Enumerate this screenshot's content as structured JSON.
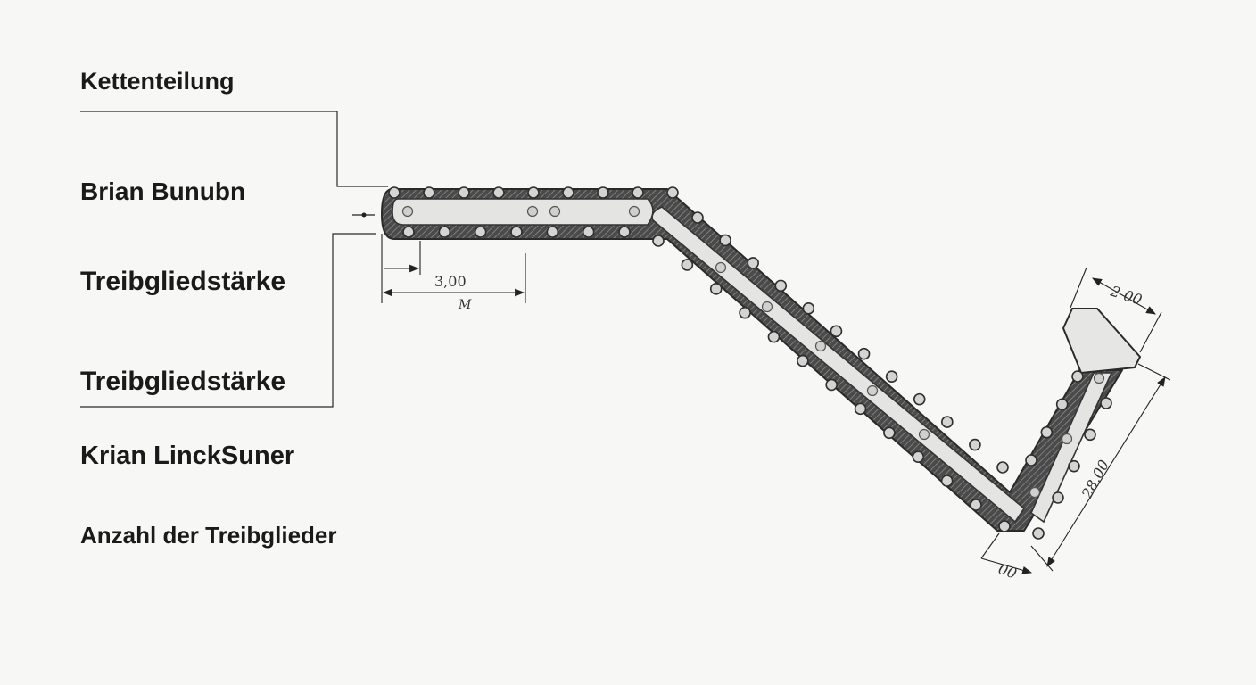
{
  "labels": {
    "chain_pitch": "Kettenteilung",
    "label_2": "Brian Bunubn",
    "drive_link_thickness_1": "Treibgliedstärke",
    "drive_link_thickness_2": "Treibgliedstärke",
    "label_5": "Krian LinckSuner",
    "drive_link_count": "Anzahl der Treibglieder"
  },
  "dimensions": {
    "pitch_value": "3,00",
    "pitch_unit": "M",
    "top_right": "2 00",
    "right_side": "28.00",
    "bottom": "00"
  },
  "colors": {
    "chain_outline": "#3a3a3a",
    "chain_fill": "#e2e2e0",
    "rivet": "#cfcfcf",
    "line": "#2a2a2a",
    "background": "#f7f7f6"
  }
}
